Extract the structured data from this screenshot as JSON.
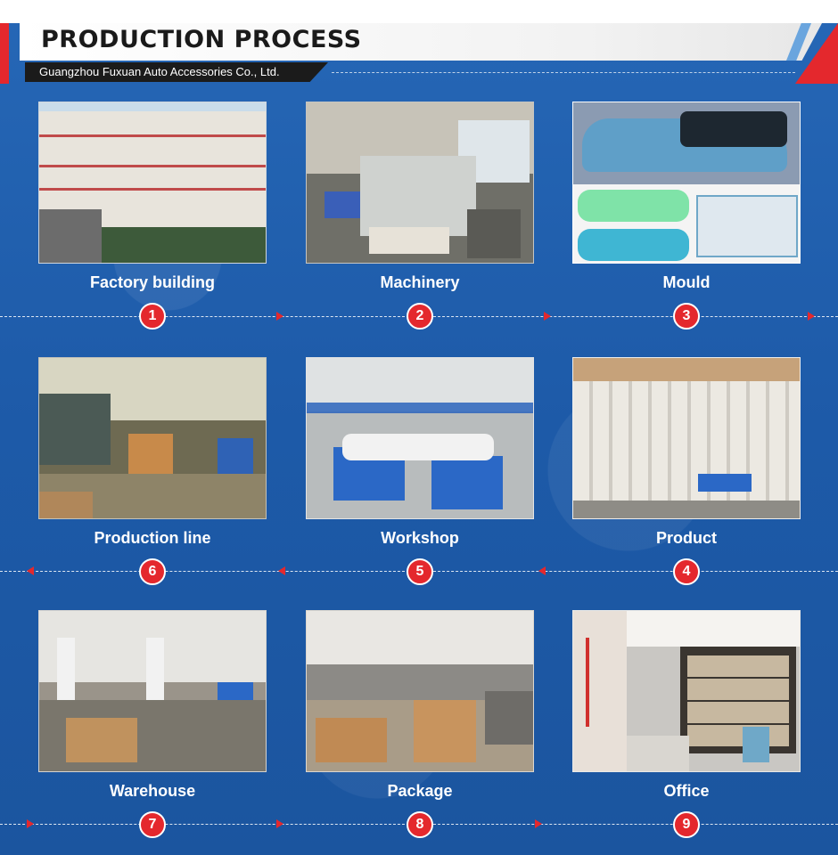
{
  "header": {
    "title": "PRODUCTION PROCESS",
    "subtitle": "Guangzhou Fuxuan Auto Accessories Co., Ltd."
  },
  "steps": [
    {
      "number": "1",
      "label": "Factory building"
    },
    {
      "number": "2",
      "label": "Machinery"
    },
    {
      "number": "3",
      "label": "Mould"
    },
    {
      "number": "4",
      "label": "Product"
    },
    {
      "number": "5",
      "label": "Workshop"
    },
    {
      "number": "6",
      "label": "Production line"
    },
    {
      "number": "7",
      "label": "Warehouse"
    },
    {
      "number": "8",
      "label": "Package"
    },
    {
      "number": "9",
      "label": "Office"
    }
  ],
  "colors": {
    "background": "#1f5fae",
    "accent_red": "#e4282d",
    "title_dark": "#1a1a1a"
  }
}
